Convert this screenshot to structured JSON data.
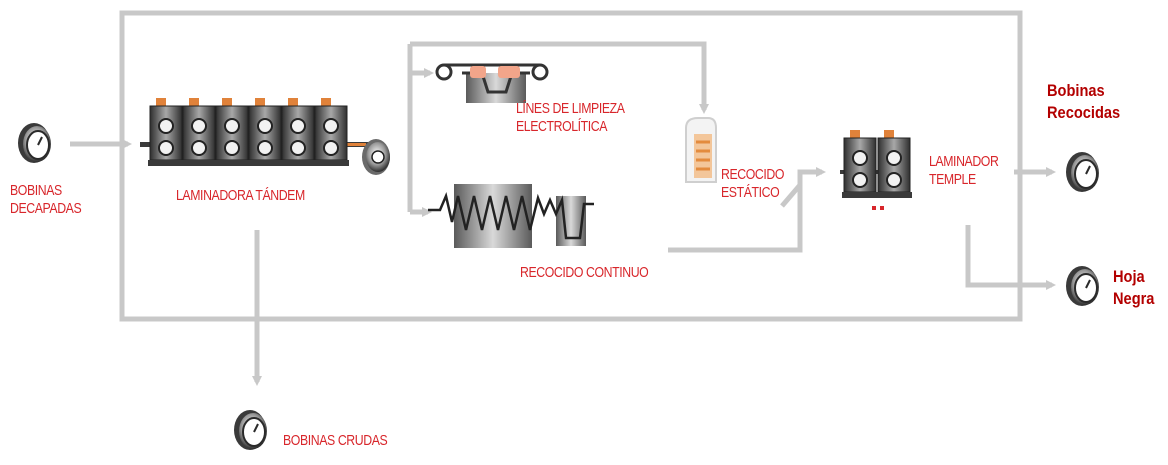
{
  "labels": {
    "bobinas_decapadas": [
      "BOBINAS",
      "DECAPADAS"
    ],
    "laminadora_tandem": "LAMINADORA TÁNDEM",
    "lineas_limpieza": [
      "LÍNES DE LIMPIEZA",
      "ELECTROLÍTICA"
    ],
    "recocido_estatico": [
      "RECOCIDO",
      "ESTÁTICO"
    ],
    "recocido_continuo": "RECOCIDO CONTINUO",
    "laminador_temple": [
      "LAMINADOR",
      "TEMPLE"
    ],
    "bobinas_recocidas": [
      "Bobinas",
      "Recocidas"
    ],
    "hoja_negra": [
      "Hoja",
      "Negra"
    ],
    "bobinas_crudas": "BOBINAS CRUDAS"
  },
  "colors": {
    "label_red": "#d8262b",
    "output_red": "#b30000",
    "flow_gray": "#c8c8c8",
    "machine_dark": "#3a3a3a",
    "accent_orange": "#e0823a"
  },
  "icons": {
    "coil": "coil-icon",
    "tandem_mill": "tandem-mill-icon",
    "cleaning_line": "cleaning-line-icon",
    "batch_anneal": "batch-anneal-furnace-icon",
    "continuous_anneal": "continuous-anneal-furnace-icon",
    "temper_mill": "temper-mill-icon"
  }
}
